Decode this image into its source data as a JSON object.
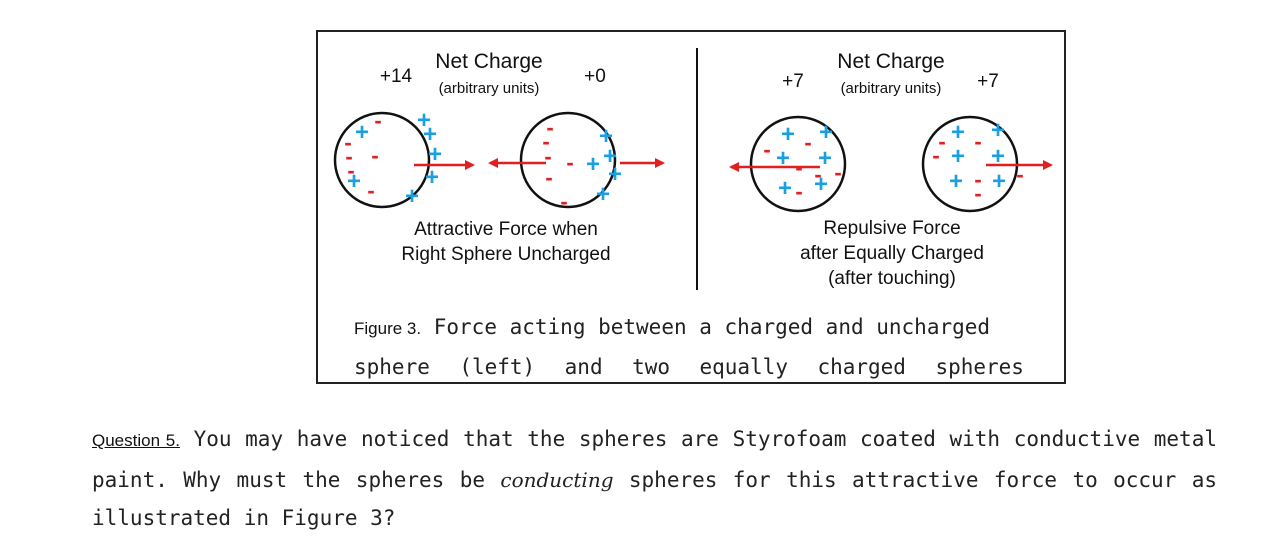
{
  "figure": {
    "left_panel": {
      "heading": "Net Charge",
      "subheading": "(arbitrary units)",
      "left_charge": "+14",
      "right_charge": "+0",
      "caption_line1": "Attractive Force when",
      "caption_line2": "Right Sphere Uncharged"
    },
    "right_panel": {
      "heading": "Net Charge",
      "subheading": "(arbitrary units)",
      "left_charge": "+7",
      "right_charge": "+7",
      "caption_line1": "Repulsive Force",
      "caption_line2": "after Equally Charged",
      "caption_line3": "(after touching)"
    },
    "caption_label": "Figure 3.",
    "caption_text_line1": "Force acting between a charged and uncharged",
    "caption_words_line2": [
      "sphere",
      "(left)",
      "and",
      "two",
      "equally",
      "charged",
      "spheres"
    ]
  },
  "question": {
    "label": "Question 5.",
    "text_before": "You may have noticed that the spheres are Styrofoam coated with conductive metal paint. Why must the spheres be",
    "emphasis": "conducting",
    "text_after": "spheres for this attractive force to occur as illustrated in Figure 3?"
  },
  "colors": {
    "positive": "#1aa0e0",
    "negative": "#e02020",
    "arrow": "#e02020"
  },
  "icons": {
    "positive": "plus-sign",
    "negative": "minus-sign",
    "force": "arrow"
  }
}
